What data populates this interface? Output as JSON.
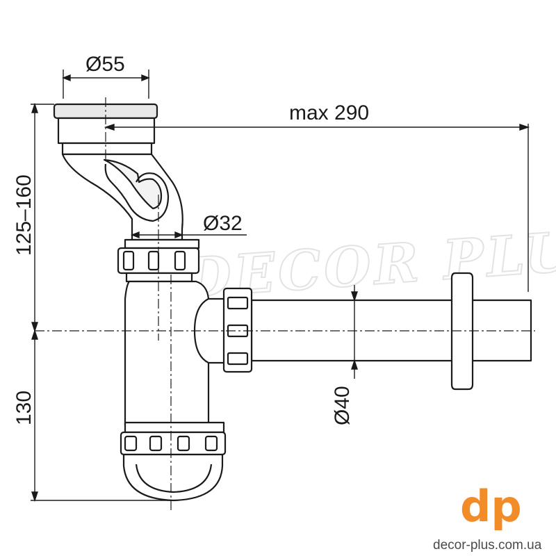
{
  "dimensions": {
    "top_diameter": "Ø55",
    "max_length": "max 290",
    "height_range": "125–160",
    "inlet_diameter": "Ø32",
    "outlet_diameter": "Ø40",
    "bottom_height": "130"
  },
  "watermark": "DECOR PLUS",
  "brand": {
    "logo": "dp",
    "url": "decor-plus.com.ua",
    "logo_color": "#f28c28"
  },
  "colors": {
    "line": "#1a1a1a",
    "body_fill": "#ffffff"
  }
}
